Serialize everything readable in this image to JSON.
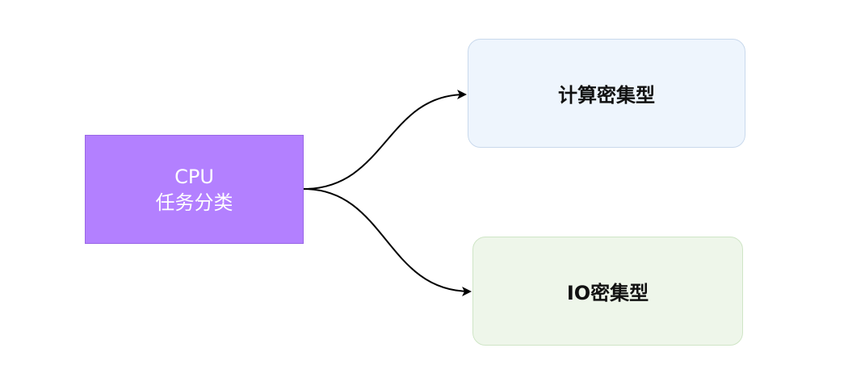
{
  "diagram": {
    "root": {
      "line1": "CPU",
      "line2": "任务分类",
      "fill": "#b380ff",
      "border": "#9966e6",
      "text_color": "#ffffff"
    },
    "branches": [
      {
        "label": "计算密集型",
        "fill": "#eef5fd",
        "border": "#c9d9ec"
      },
      {
        "label": "IO密集型",
        "fill": "#eef6ea",
        "border": "#cfe5c6"
      }
    ],
    "edge_color": "#000000"
  }
}
